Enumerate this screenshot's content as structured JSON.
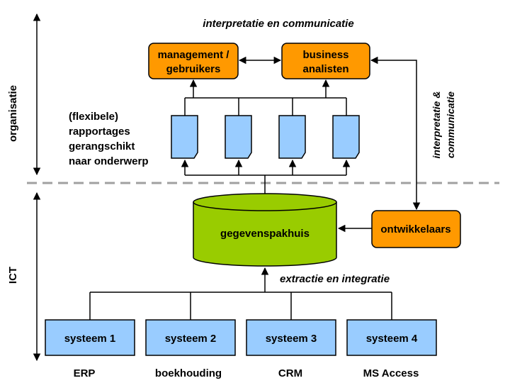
{
  "labels": {
    "top_caption": "interpretatie en communicatie",
    "side_caption_line1": "interpretatie &",
    "side_caption_line2": "communicatie",
    "axis_organisatie": "organisatie",
    "axis_ict": "ICT",
    "reports_line1": "(flexibele)",
    "reports_line2": "rapportages",
    "reports_line3": "gerangschikt",
    "reports_line4": "naar onderwerp",
    "extract_caption": "extractie en integratie"
  },
  "nodes": {
    "management_line1": "management /",
    "management_line2": "gebruikers",
    "business_line1": "business",
    "business_line2": "analisten",
    "warehouse": "gegevenspakhuis",
    "developers": "ontwikkelaars"
  },
  "systems": [
    {
      "label": "systeem 1",
      "type": "ERP"
    },
    {
      "label": "systeem 2",
      "type": "boekhouding"
    },
    {
      "label": "systeem 3",
      "type": "CRM"
    },
    {
      "label": "systeem 4",
      "type": "MS Access"
    }
  ],
  "colors": {
    "orange": "#FF9900",
    "blue_box": "#99CCFF",
    "green_cylinder": "#99CC00",
    "dashed_line": "#A0A0A0"
  }
}
